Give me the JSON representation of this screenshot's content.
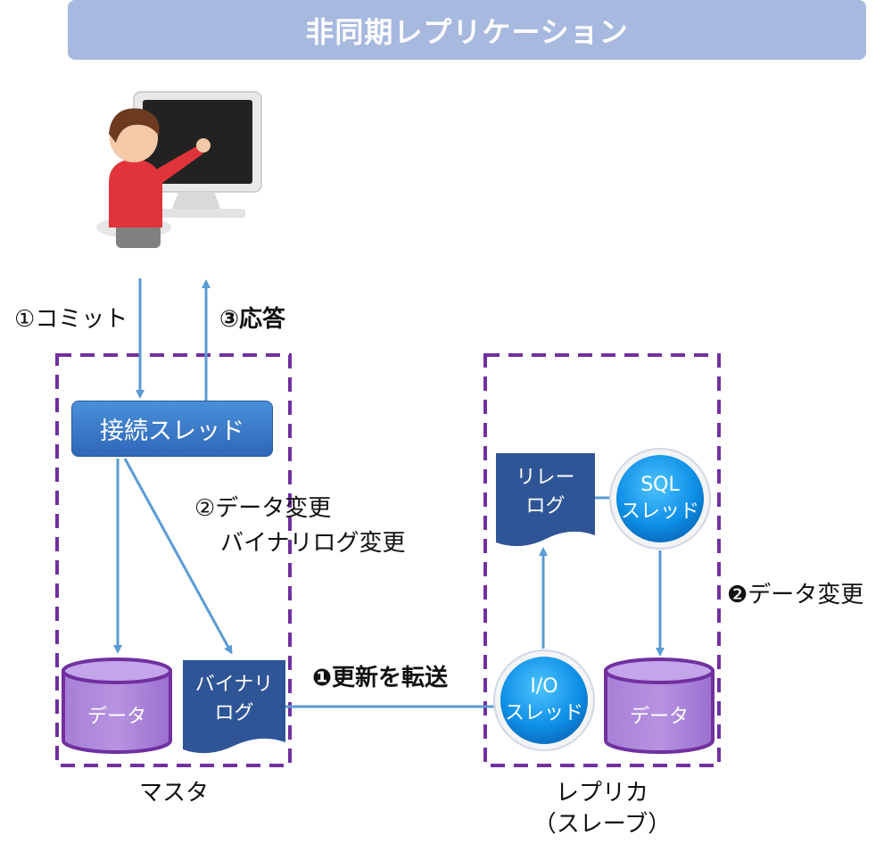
{
  "title": "非同期レプリケーション",
  "user": {
    "figure": "user-at-monitor",
    "monitor": "monitor"
  },
  "arrows": {
    "commit": "①コミット",
    "response": "③応答",
    "data_change_binlog_1": "②データ変更",
    "data_change_binlog_2": "バイナリログ変更",
    "transfer": "❶更新を転送",
    "slave_data_change": "❷データ変更"
  },
  "master": {
    "caption": "マスタ",
    "connection_thread": "接続スレッド",
    "data": "データ",
    "binlog_line1": "バイナリ",
    "binlog_line2": "ログ"
  },
  "replica": {
    "caption_line1": "レプリカ",
    "caption_line2": "（スレーブ）",
    "relay_line1": "リレー",
    "relay_line2": "ログ",
    "sql_line1": "SQL",
    "sql_line2": "スレッド",
    "io_line1": "I/O",
    "io_line2": "スレッド",
    "data": "データ"
  },
  "colors": {
    "banner": "#a7b9de",
    "dashed_border": "#7030a0",
    "arrow": "#5b9bd5",
    "document": "#2f5597",
    "cylinder": "#9966cc",
    "cylinder_edge": "#7030a0",
    "thread_circle": "#1a8fe0"
  }
}
